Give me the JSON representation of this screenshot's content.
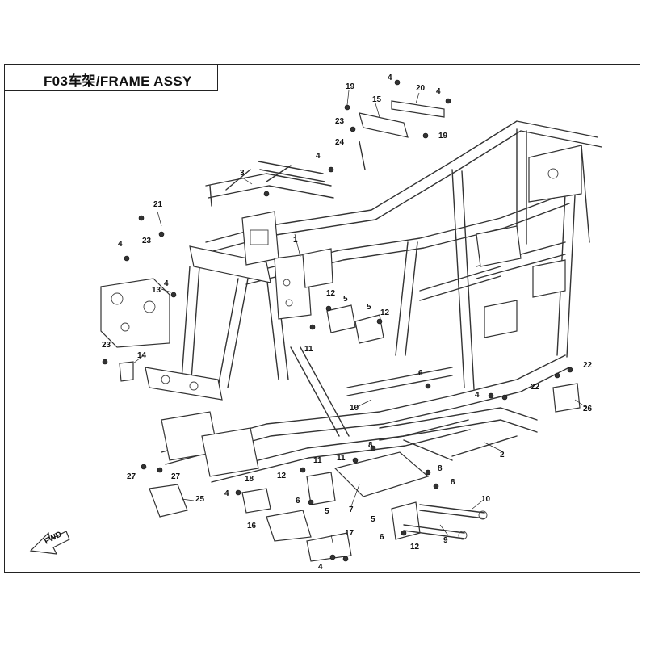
{
  "title": "F03车架/FRAME ASSY",
  "direction_label": "FWD",
  "callouts": [
    {
      "id": "c19a",
      "label": "19"
    },
    {
      "id": "c4a",
      "label": "4"
    },
    {
      "id": "c20",
      "label": "20"
    },
    {
      "id": "c4b",
      "label": "4"
    },
    {
      "id": "c15",
      "label": "15"
    },
    {
      "id": "c23a",
      "label": "23"
    },
    {
      "id": "c19b",
      "label": "19"
    },
    {
      "id": "c24",
      "label": "24"
    },
    {
      "id": "c4c",
      "label": "4"
    },
    {
      "id": "c3",
      "label": "3"
    },
    {
      "id": "c21",
      "label": "21"
    },
    {
      "id": "c23b",
      "label": "23"
    },
    {
      "id": "c4d",
      "label": "4"
    },
    {
      "id": "c1",
      "label": "1"
    },
    {
      "id": "c13",
      "label": "13"
    },
    {
      "id": "c4e",
      "label": "4"
    },
    {
      "id": "c12a",
      "label": "12"
    },
    {
      "id": "c5a",
      "label": "5"
    },
    {
      "id": "c5b",
      "label": "5"
    },
    {
      "id": "c12b",
      "label": "12"
    },
    {
      "id": "c11a",
      "label": "11"
    },
    {
      "id": "c23c",
      "label": "23"
    },
    {
      "id": "c14",
      "label": "14"
    },
    {
      "id": "c6a",
      "label": "6"
    },
    {
      "id": "c10a",
      "label": "10"
    },
    {
      "id": "c22a",
      "label": "22"
    },
    {
      "id": "c22b",
      "label": "22"
    },
    {
      "id": "c26",
      "label": "26"
    },
    {
      "id": "c4f",
      "label": "4"
    },
    {
      "id": "c2",
      "label": "2"
    },
    {
      "id": "c27a",
      "label": "27"
    },
    {
      "id": "c27b",
      "label": "27"
    },
    {
      "id": "c25",
      "label": "25"
    },
    {
      "id": "c4g",
      "label": "4"
    },
    {
      "id": "c18",
      "label": "18"
    },
    {
      "id": "c12c",
      "label": "12"
    },
    {
      "id": "c11b",
      "label": "11"
    },
    {
      "id": "c8a",
      "label": "8"
    },
    {
      "id": "c11c",
      "label": "11"
    },
    {
      "id": "c8b",
      "label": "8"
    },
    {
      "id": "c8c",
      "label": "8"
    },
    {
      "id": "c6b",
      "label": "6"
    },
    {
      "id": "c5c",
      "label": "5"
    },
    {
      "id": "c7",
      "label": "7"
    },
    {
      "id": "c10b",
      "label": "10"
    },
    {
      "id": "c5d",
      "label": "5"
    },
    {
      "id": "c16",
      "label": "16"
    },
    {
      "id": "c17",
      "label": "17"
    },
    {
      "id": "c6c",
      "label": "6"
    },
    {
      "id": "c12d",
      "label": "12"
    },
    {
      "id": "c9",
      "label": "9"
    },
    {
      "id": "c4h",
      "label": "4"
    }
  ]
}
